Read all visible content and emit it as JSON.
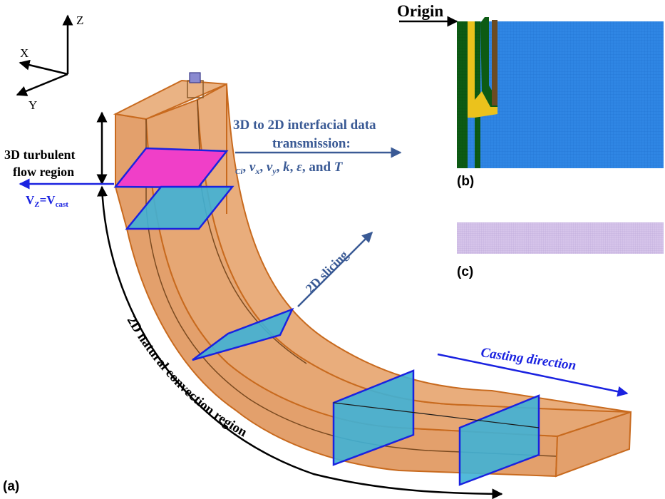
{
  "axes": {
    "z_label": "Z",
    "x_label": "X",
    "y_label": "Y"
  },
  "panel_labels": {
    "a": "(a)",
    "b": "(b)",
    "c": "(c)"
  },
  "turbulent_region": {
    "line1": "3D turbulent",
    "line2": "flow region"
  },
  "velocity": {
    "v": "V",
    "sub_z": "Z",
    "eq": "=V",
    "sub_cast": "cast"
  },
  "transmission": {
    "line1": "3D to 2D interfacial data",
    "line2": "transmission:",
    "c": "C",
    "sub_i": "i",
    "sep1": ", ",
    "vx": "v",
    "sub_x": "x",
    "sep2": ", ",
    "vy": "v",
    "sub_y": "y",
    "sep3": ", ",
    "k": "k",
    "sep4": ", ",
    "eps": "ε",
    "sep5": ", and ",
    "T": "T"
  },
  "slicing_label": "2D slicing",
  "casting_label": "Casting direction",
  "convection_label": "2D natural  convection region",
  "origin_label": "Origin",
  "colors": {
    "strand_fill": "#e6a774",
    "strand_edge": "#c86a1e",
    "slice_fill": "#3fb1d6",
    "slice_edge": "#1a22e0",
    "top_slice_fill": "#f03fc8",
    "arrow_blue": "#3a5a95",
    "mesh_blue": "#2f86e4",
    "mold_green": "#0d5b14",
    "shell_yellow": "#ebc21c",
    "nozzle_brown": "#6b4b22",
    "mesh_purple": "#cdb9e4"
  }
}
